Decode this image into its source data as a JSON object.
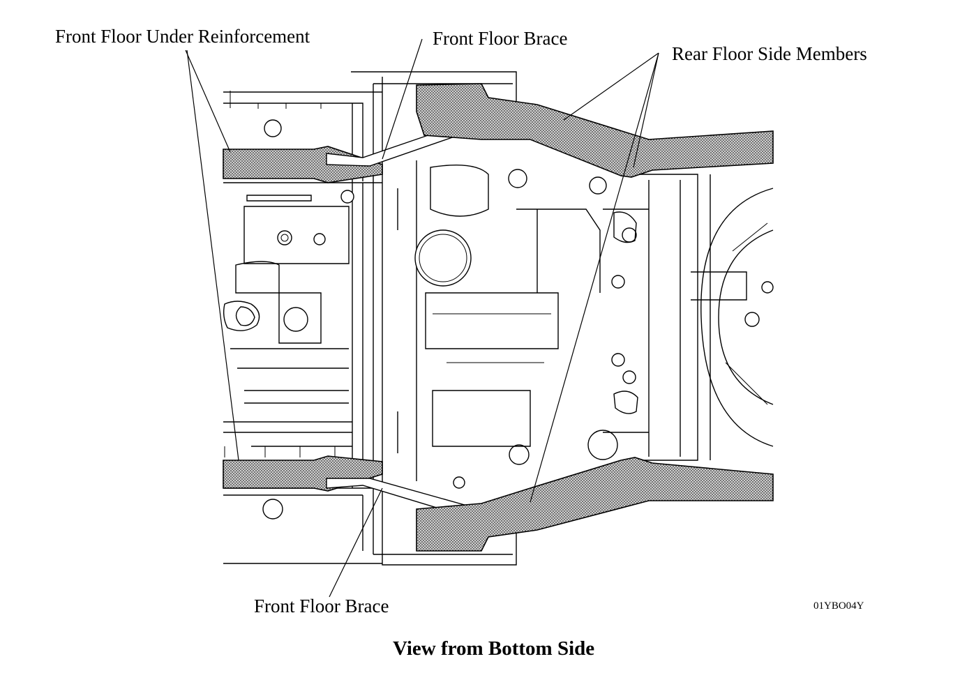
{
  "labels": {
    "front_floor_under_reinforcement": "Front Floor Under Reinforcement",
    "front_floor_brace_top": "Front Floor Brace",
    "rear_floor_side_members": "Rear Floor Side Members",
    "front_floor_brace_bottom": "Front Floor Brace"
  },
  "figure_code": "01YBO04Y",
  "caption": "View from Bottom Side",
  "colors": {
    "line": "#000000",
    "background": "#ffffff",
    "highlight_fill": "#9a9a9a"
  }
}
